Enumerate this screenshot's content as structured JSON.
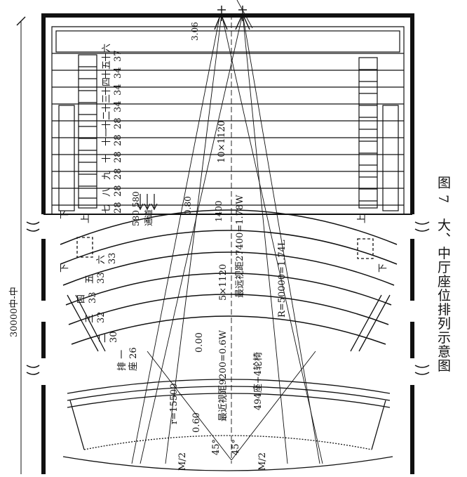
{
  "diagram": {
    "figure_caption": "图 7　大、中厅座位排列示意图",
    "overall_dimension": "30000中-中",
    "stage_depth_label": "3.06",
    "balcony_rows": [
      {
        "no": "十六",
        "seats": "37"
      },
      {
        "no": "十五",
        "seats": "34"
      },
      {
        "no": "十四",
        "seats": "34"
      },
      {
        "no": "十三",
        "seats": "34"
      },
      {
        "no": "十二",
        "seats": "28"
      },
      {
        "no": "十一",
        "seats": "28"
      },
      {
        "no": "十",
        "seats": "28"
      },
      {
        "no": "九",
        "seats": "28"
      },
      {
        "no": "八",
        "seats": "28"
      },
      {
        "no": "七",
        "seats": "28"
      }
    ],
    "stall_rows": [
      {
        "no": "六",
        "seats": "33"
      },
      {
        "no": "五",
        "seats": "33"
      },
      {
        "no": "四",
        "seats": "33"
      },
      {
        "no": "三",
        "seats": "32"
      },
      {
        "no": "二",
        "seats": "30"
      }
    ],
    "first_row_label": "排 一",
    "first_row_seat_label": "座 26",
    "aisle_label": "580 580",
    "aisle_name": "通道",
    "level_label_1": "0.80",
    "level_label_2": "0.00",
    "level_label_3": "0.60",
    "dim_1400": "1400",
    "upper_grid": "10×1120",
    "lower_grid": "5×1120",
    "max_view": "最远视距27400=1.78W",
    "radius_L": "R=50000=1.74L",
    "min_view": "最近视距9200=0.6W",
    "radius_r": "r=15500",
    "capacity": "494座+4轮椅",
    "angle_left": "45°",
    "angle_right": "45°",
    "half_w_left": "M/2",
    "half_w_right": "M/2",
    "door_down": "下",
    "door_up": "上"
  }
}
